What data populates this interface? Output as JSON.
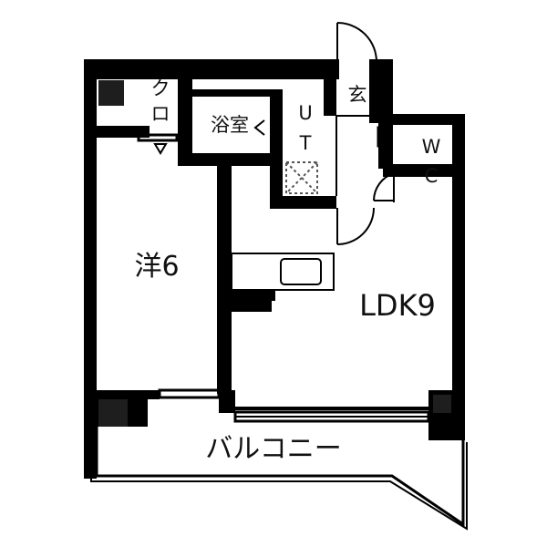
{
  "rooms": {
    "closet": {
      "label_line1": "ク",
      "label_line2": "ロ"
    },
    "bath": {
      "label": "浴室"
    },
    "utility": {
      "label_line1": "U",
      "label_line2": "T"
    },
    "entrance": {
      "label": "玄"
    },
    "toilet": {
      "label_line1": "W",
      "label_line2": "C"
    },
    "western_room": {
      "label": "洋6"
    },
    "ldk": {
      "label": "LDK9"
    },
    "balcony": {
      "label": "バルコニー"
    }
  },
  "colors": {
    "wall": "#000000",
    "background": "#ffffff",
    "column": "#1e1e1e"
  }
}
